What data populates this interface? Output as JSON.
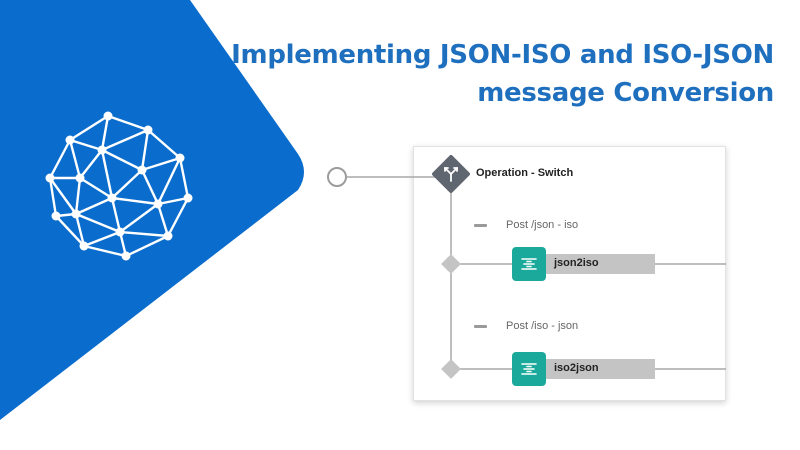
{
  "title": {
    "line1": "Implementing JSON-ISO and ISO-JSON",
    "line2": "message Conversion"
  },
  "colors": {
    "brand_blue": "#0a6ccc",
    "title_blue": "#1f6fbf",
    "step_teal": "#1aa99a",
    "switch_gray": "#5f6670",
    "connector_gray": "#9c9c9c"
  },
  "flow": {
    "operation_label": "Operation - Switch",
    "routes": [
      {
        "route_label": "Post /json - iso",
        "step_label": "json2iso",
        "icon": "transform-icon"
      },
      {
        "route_label": "Post /iso - json",
        "step_label": "iso2json",
        "icon": "transform-icon"
      }
    ]
  },
  "icons": {
    "logo": "geodesic-sphere-icon",
    "switch": "switch-branch-icon",
    "start": "start-node-icon"
  }
}
